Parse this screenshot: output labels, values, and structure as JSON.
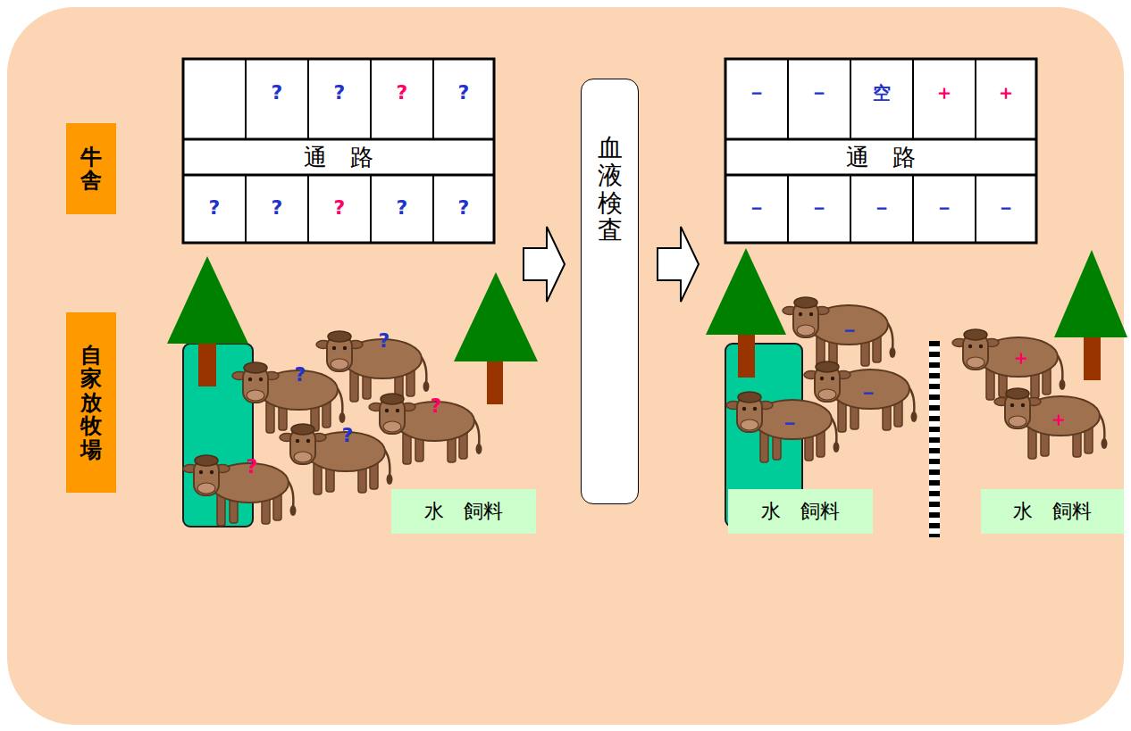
{
  "diagram": {
    "nodes": [
      {
        "text": [
          "牛舎"
        ]
      },
      {
        "text": [
          "自家放牧場"
        ]
      },
      {
        "text": [
          "血液検査"
        ]
      },
      {
        "text": [
          "水　飼料"
        ]
      },
      {
        "text": [
          "水　飼料"
        ]
      },
      {
        "text": [
          "水　飼料"
        ]
      }
    ],
    "labels": [
      "?",
      "?",
      "?",
      "?",
      "通　路",
      "?",
      "?",
      "?",
      "?",
      "?",
      "－",
      "－",
      "空",
      "＋",
      "＋",
      "通　路",
      "－",
      "－",
      "－",
      "－",
      "－",
      "?",
      "?",
      "?",
      "?",
      "?",
      "－",
      "－",
      "－",
      "＋",
      "＋"
    ]
  }
}
